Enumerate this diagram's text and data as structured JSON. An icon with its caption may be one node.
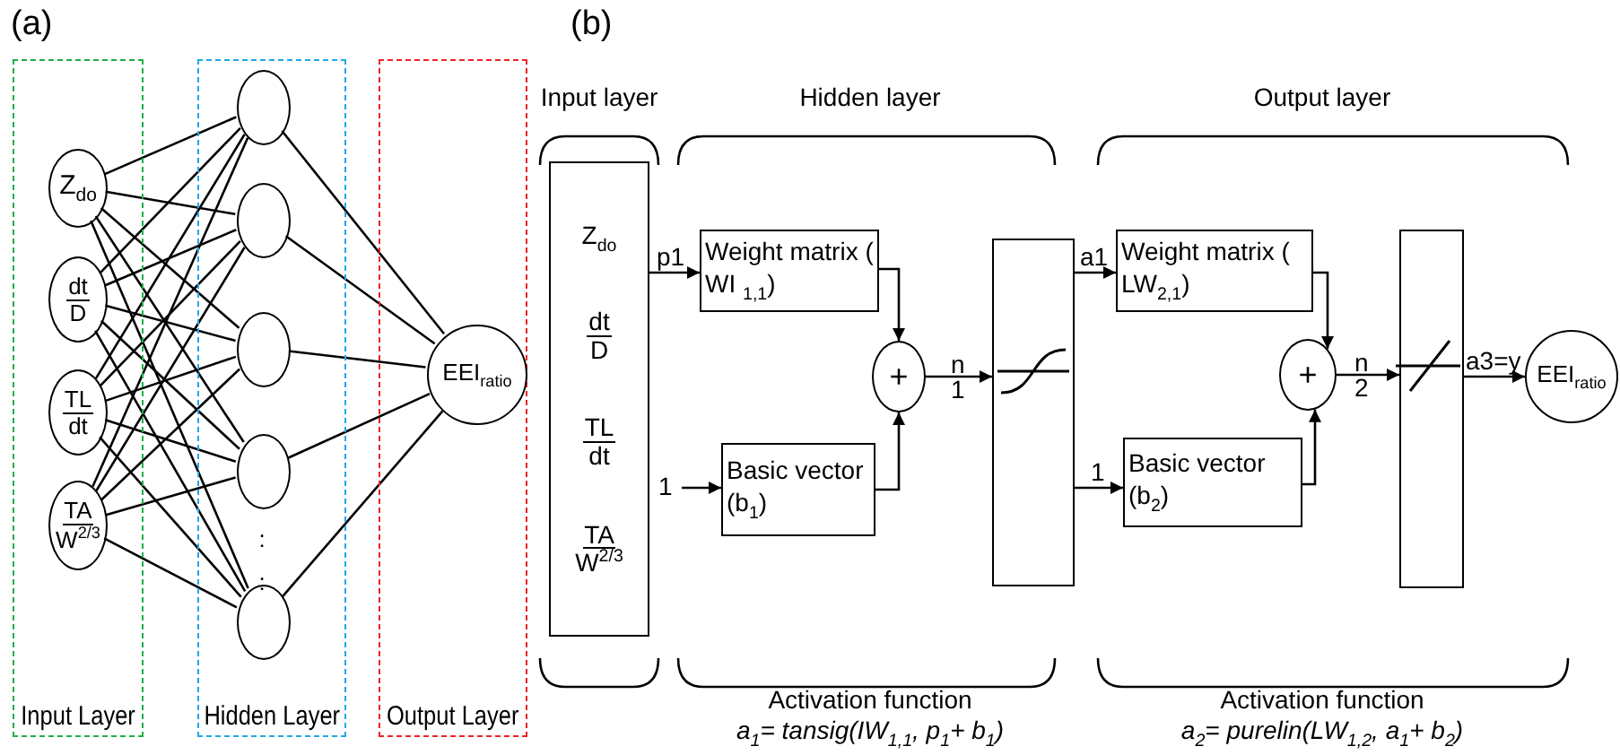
{
  "diagram": {
    "nodes": [
      {
        "text": [
          "Input Layer"
        ]
      },
      {
        "text": [
          "Hidden Layer"
        ]
      },
      {
        "text": [
          "Output Layer"
        ]
      },
      {
        "text": [
          "Z$_{do}$"
        ],
        "in": 0
      },
      {
        "text": [
          "dt",
          "D"
        ],
        "in": 0
      },
      {
        "text": [
          "TL",
          "dt"
        ],
        "in": 0
      },
      {
        "text": [
          "TA",
          "W$^{2/3}$"
        ],
        "in": 0
      },
      {
        "text": [],
        "shape": "circle",
        "in": 1
      },
      {
        "text": [],
        "shape": "circle",
        "in": 1
      },
      {
        "text": [],
        "shape": "circle",
        "in": 1
      },
      {
        "text": [],
        "shape": "circle",
        "in": 1
      },
      {
        "text": [],
        "shape": "circle",
        "in": 1
      },
      {
        "text": [
          "EEI$_{ratio}$"
        ],
        "in": 2
      },
      {
        "text": [
          "Z$_{do}$",
          "dt",
          "D",
          "TL",
          "dt",
          "TA",
          "W$^{2/3}$"
        ]
      },
      {
        "text": [
          "Weight matrix ( WI $_{1,1}$)"
        ]
      },
      {
        "text": [
          "+"
        ]
      },
      {
        "text": [
          "Basic vector (b$_{1}$)"
        ]
      },
      {
        "text": [],
        "shape": "box"
      },
      {
        "text": [
          "Weight matrix ( LW$_{2,1}$)"
        ]
      },
      {
        "text": [
          "+"
        ]
      },
      {
        "text": [
          "Basic vector (b$_{2}$)"
        ]
      },
      {
        "text": [],
        "shape": "box"
      },
      {
        "text": [
          "EEI$_{ratio}$"
        ]
      }
    ],
    "edges": [
      {
        "from": 3,
        "to": 7,
        "arrow": "none"
      },
      {
        "from": 3,
        "to": 8,
        "arrow": "none"
      },
      {
        "from": 3,
        "to": 9,
        "arrow": "none"
      },
      {
        "from": 3,
        "to": 10,
        "arrow": "none"
      },
      {
        "from": 3,
        "to": 11,
        "arrow": "none"
      },
      {
        "from": 4,
        "to": 7,
        "arrow": "none"
      },
      {
        "from": 4,
        "to": 8,
        "arrow": "none"
      },
      {
        "from": 4,
        "to": 9,
        "arrow": "none"
      },
      {
        "from": 4,
        "to": 10,
        "arrow": "none"
      },
      {
        "from": 4,
        "to": 11,
        "arrow": "none"
      },
      {
        "from": 5,
        "to": 7,
        "arrow": "none"
      },
      {
        "from": 5,
        "to": 8,
        "arrow": "none"
      },
      {
        "from": 5,
        "to": 9,
        "arrow": "none"
      },
      {
        "from": 5,
        "to": 10,
        "arrow": "none"
      },
      {
        "from": 5,
        "to": 11,
        "arrow": "none"
      },
      {
        "from": 6,
        "to": 7,
        "arrow": "none"
      },
      {
        "from": 6,
        "to": 8,
        "arrow": "none"
      },
      {
        "from": 6,
        "to": 9,
        "arrow": "none"
      },
      {
        "from": 6,
        "to": 10,
        "arrow": "none"
      },
      {
        "from": 6,
        "to": 11,
        "arrow": "none"
      },
      {
        "from": 7,
        "to": 12,
        "arrow": "none"
      },
      {
        "from": 8,
        "to": 12,
        "arrow": "none"
      },
      {
        "from": 9,
        "to": 12,
        "arrow": "none"
      },
      {
        "from": 10,
        "to": 12,
        "arrow": "none"
      },
      {
        "from": 11,
        "to": 12,
        "arrow": "none"
      },
      {
        "from": 13,
        "to": 14,
        "arrow": "to",
        "label": "p1"
      },
      {
        "from": null,
        "to": 16,
        "arrow": "to",
        "label": "1"
      },
      {
        "from": 14,
        "to": 15,
        "arrow": "to"
      },
      {
        "from": 16,
        "to": 15,
        "arrow": "to"
      },
      {
        "from": 15,
        "to": 17,
        "arrow": "to",
        "label": "n 1"
      },
      {
        "from": 17,
        "to": 18,
        "arrow": "to",
        "label": "a1"
      },
      {
        "from": 17,
        "to": 20,
        "arrow": "to",
        "label": "1"
      },
      {
        "from": 18,
        "to": 19,
        "arrow": "to"
      },
      {
        "from": 20,
        "to": 19,
        "arrow": "to"
      },
      {
        "from": 19,
        "to": 21,
        "arrow": "to",
        "label": "n 2"
      },
      {
        "from": 21,
        "to": 22,
        "arrow": "to",
        "label": "a3=y"
      }
    ],
    "labels": [
      "(a)",
      ":",
      ":",
      "(b)",
      "Input layer",
      "Hidden layer",
      "Output layer",
      "Activation function",
      "a$_{1}$= tansig(IW$_{1,1}$, p$_{1}$+ b$_{1}$)",
      "Activation function",
      "a$_{2}$= purelin(LW$_{1,2}$, a$_{1}$+ b$_{2}$)"
    ]
  }
}
